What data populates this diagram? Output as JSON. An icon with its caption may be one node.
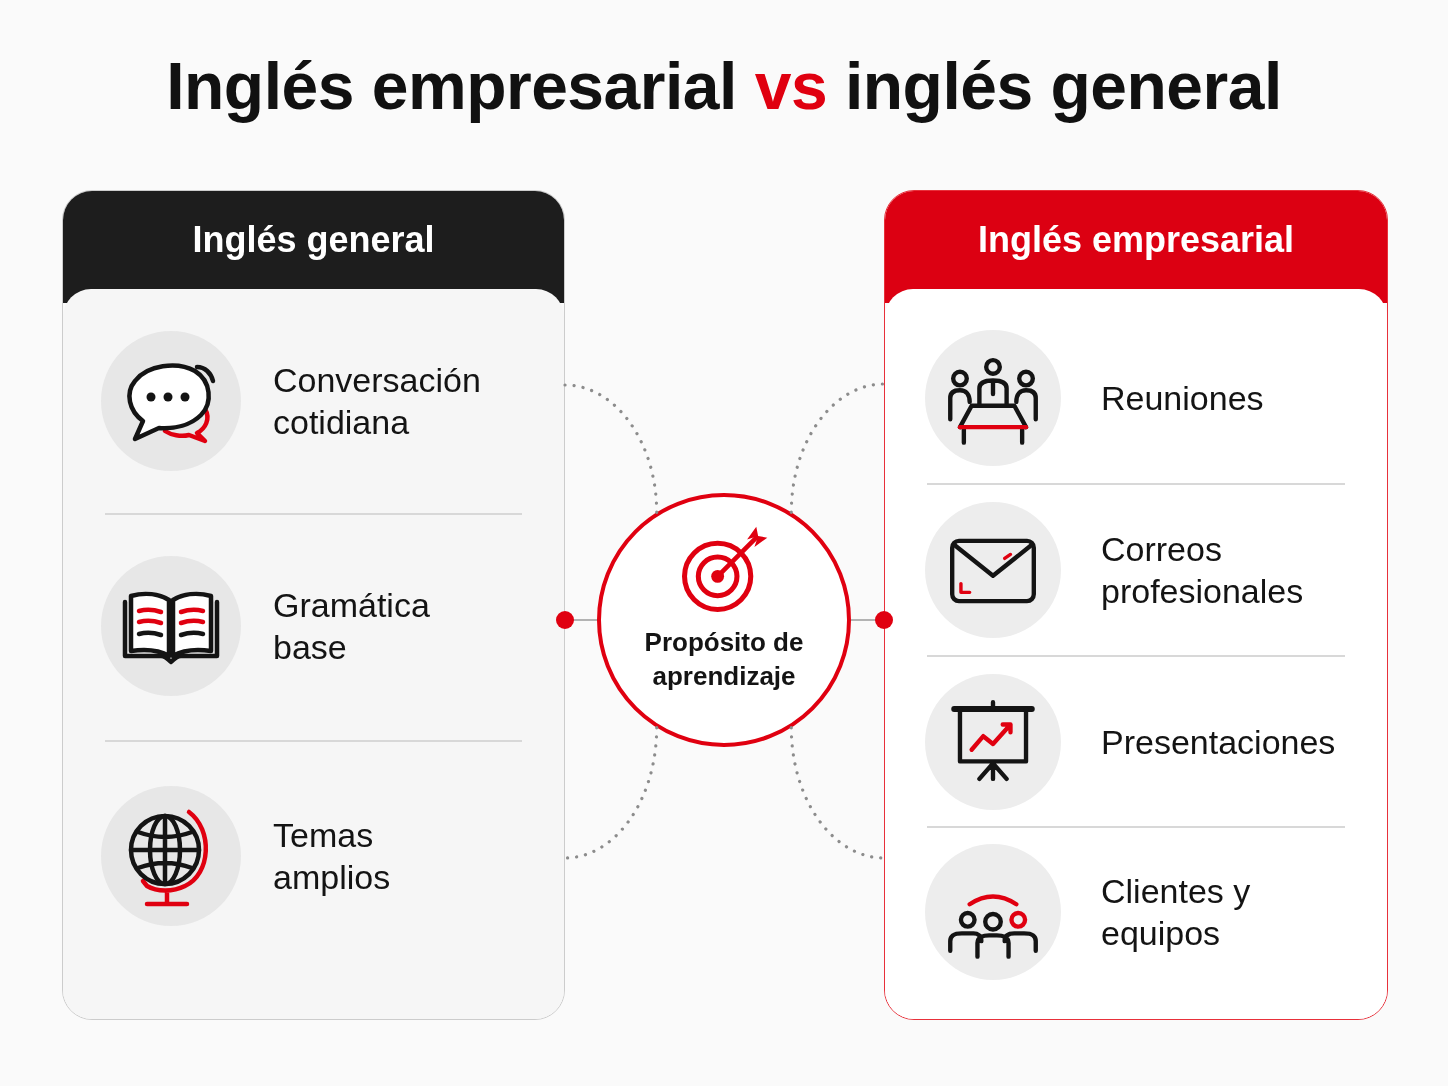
{
  "diagram": {
    "title": "Inglés empresarial vs inglés general",
    "nodes": [
      {
        "text": [
          "Inglés general",
          "Conversación cotidiana",
          "Gramática base",
          "Temas amplios"
        ]
      },
      {
        "text": [
          "Propósito de aprendizaje"
        ]
      },
      {
        "text": [
          "Inglés empresarial",
          "Reuniones",
          "Correos profesionales",
          "Presentaciones",
          "Clientes y equipos"
        ]
      }
    ],
    "edges": [
      {
        "from": 1,
        "to": 0,
        "arrow": "none",
        "style": "dashed"
      },
      {
        "from": 1,
        "to": 0,
        "arrow": "other"
      },
      {
        "from": 1,
        "to": 0,
        "arrow": "none",
        "style": "dashed"
      },
      {
        "from": 1,
        "to": 2,
        "arrow": "none",
        "style": "dashed"
      },
      {
        "from": 1,
        "to": 2,
        "arrow": "other"
      },
      {
        "from": 1,
        "to": 2,
        "arrow": "none",
        "style": "dashed"
      }
    ]
  }
}
